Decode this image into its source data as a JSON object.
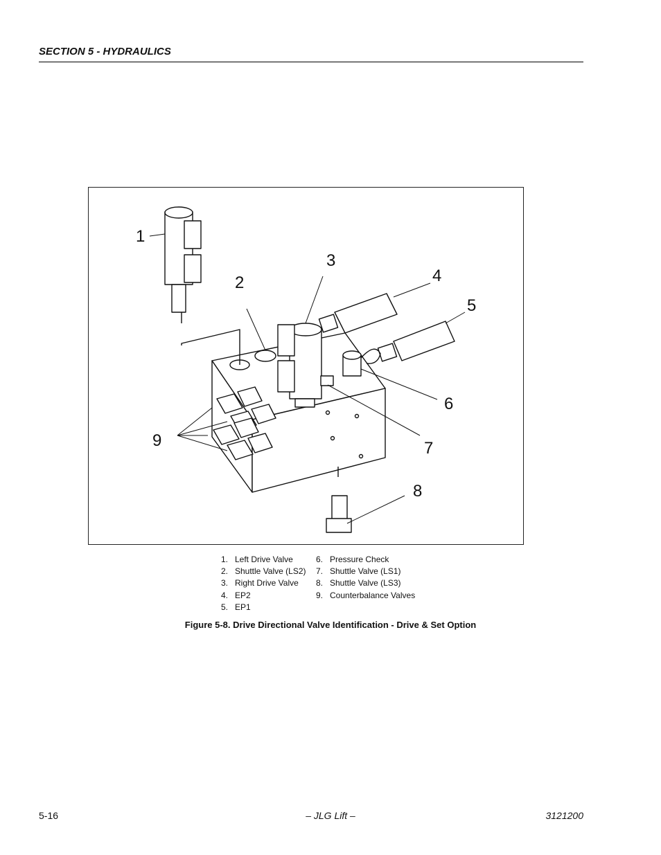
{
  "header": {
    "section": "SECTION 5 - HYDRAULICS"
  },
  "figure": {
    "callouts": [
      "1",
      "2",
      "3",
      "4",
      "5",
      "6",
      "7",
      "8",
      "9"
    ],
    "legend_left": [
      {
        "num": "1.",
        "label": "Left Drive Valve"
      },
      {
        "num": "2.",
        "label": "Shuttle Valve (LS2)"
      },
      {
        "num": "3.",
        "label": "Right Drive Valve"
      },
      {
        "num": "4.",
        "label": "EP2"
      },
      {
        "num": "5.",
        "label": "EP1"
      }
    ],
    "legend_right": [
      {
        "num": "6.",
        "label": "Pressure Check"
      },
      {
        "num": "7.",
        "label": "Shuttle Valve (LS1)"
      },
      {
        "num": "8.",
        "label": "Shuttle Valve (LS3)"
      },
      {
        "num": "9.",
        "label": "Counterbalance Valves"
      }
    ],
    "caption": "Figure 5-8.  Drive Directional Valve Identification - Drive & Set Option"
  },
  "footer": {
    "page": "5-16",
    "center": "– JLG Lift –",
    "doc_number": "3121200"
  }
}
